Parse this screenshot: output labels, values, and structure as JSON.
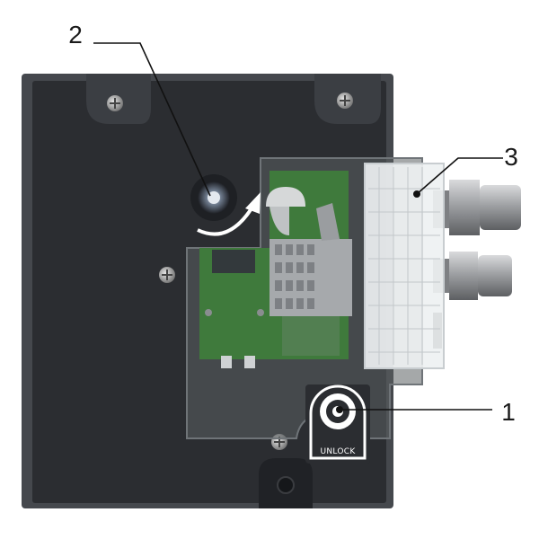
{
  "callouts": [
    {
      "label": "1",
      "part": "unlock-button"
    },
    {
      "label": "2",
      "part": "rotary-knob"
    },
    {
      "label": "3",
      "part": "terminal-block"
    }
  ],
  "unlock_label": "UNLOCK",
  "colors": {
    "housing": "#2b2d31",
    "housing_edge": "#45484d",
    "pcb": "#3f7a3c",
    "terminal": "#eef1f2",
    "gland": "#a8aaad",
    "leader": "#111111"
  }
}
